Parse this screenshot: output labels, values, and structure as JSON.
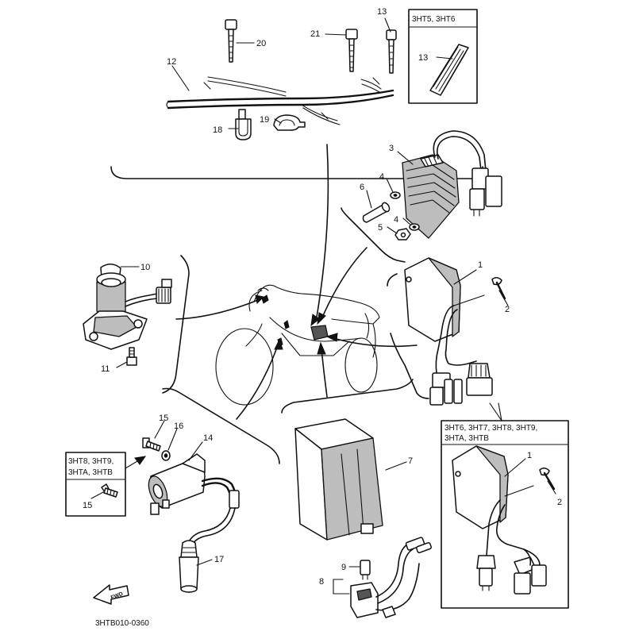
{
  "callouts": {
    "c1": "1",
    "c2": "2",
    "c3": "3",
    "c4": "4",
    "c4b": "4",
    "c5": "5",
    "c6": "6",
    "c7": "7",
    "c8": "8",
    "c9": "9",
    "c10": "10",
    "c11": "11",
    "c12": "12",
    "c13": "13",
    "c13b": "13",
    "c14": "14",
    "c15": "15",
    "c15b": "15",
    "c16": "16",
    "c17": "17",
    "c18": "18",
    "c19": "19",
    "c20": "20",
    "c21": "21",
    "c1b": "1",
    "c2b": "2"
  },
  "boxes": {
    "top_right": "3HT5, 3HT6",
    "left_l1": "3HT8, 3HT9,",
    "left_l2": "3HTA, 3HTB",
    "right_l1": "3HT6, 3HT7, 3HT8, 3HT9,",
    "right_l2": "3HTA, 3HTB"
  },
  "fwd_label": "FWD",
  "drawing_code": "3HTB010-0360"
}
